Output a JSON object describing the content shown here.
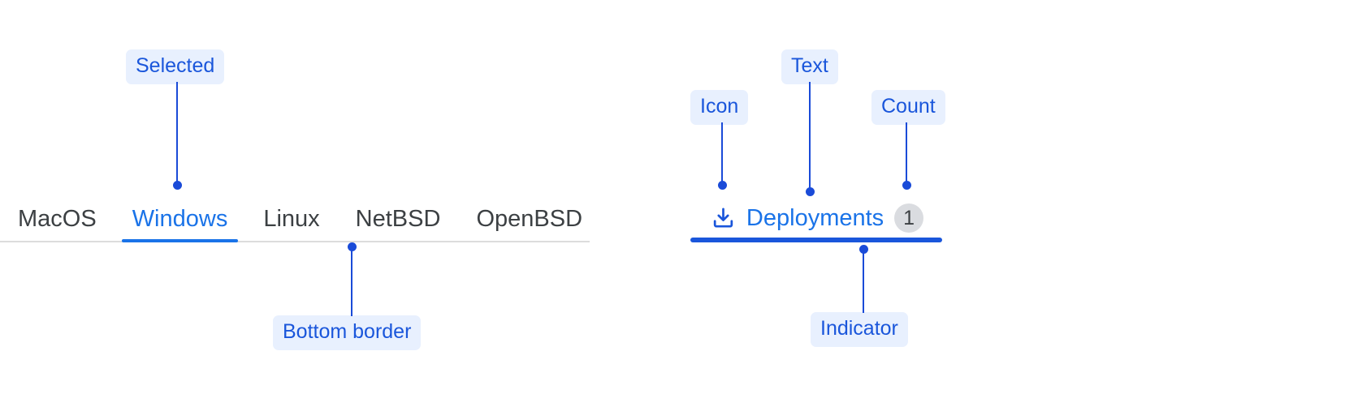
{
  "basic_tabs": {
    "items": [
      {
        "label": "MacOS",
        "selected": false
      },
      {
        "label": "Windows",
        "selected": true
      },
      {
        "label": "Linux",
        "selected": false
      },
      {
        "label": "NetBSD",
        "selected": false
      },
      {
        "label": "OpenBSD",
        "selected": false
      }
    ]
  },
  "rich_tab": {
    "icon": "download-icon",
    "label": "Deployments",
    "count": "1",
    "selected": true
  },
  "annotations": [
    {
      "key": "selected",
      "text": "Selected"
    },
    {
      "key": "bottom_border",
      "text": "Bottom border"
    },
    {
      "key": "icon",
      "text": "Icon"
    },
    {
      "key": "text",
      "text": "Text"
    },
    {
      "key": "count",
      "text": "Count"
    },
    {
      "key": "indicator",
      "text": "Indicator"
    }
  ],
  "colors": {
    "accent_blue": "#1a73e8",
    "annotation_blue": "#1a56db",
    "annotation_bg": "#e8f0fe",
    "leader_blue": "#1a4bd8",
    "tab_text": "#3c4043",
    "separator": "#dcdcdc",
    "badge_bg": "#dadce0"
  }
}
